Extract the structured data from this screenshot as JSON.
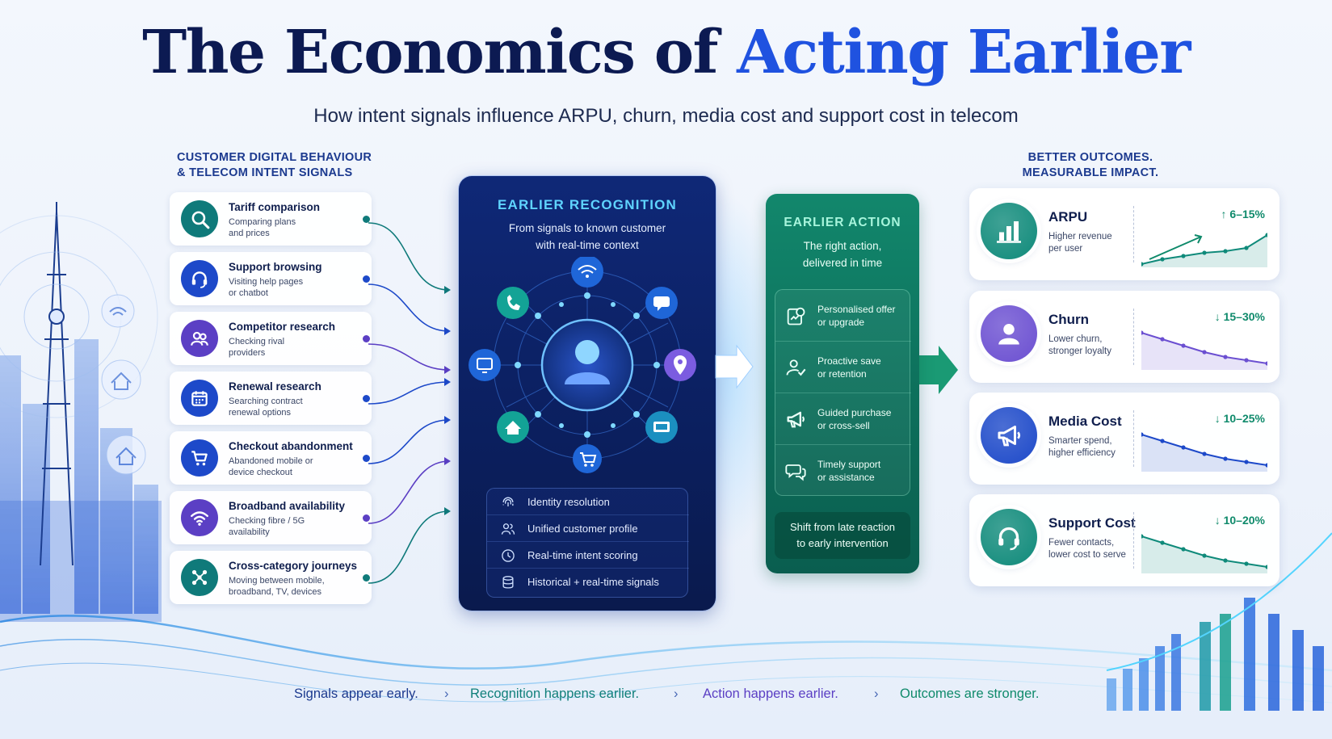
{
  "title": {
    "part1": "The Economics of ",
    "part2": "Acting Earlier"
  },
  "subtitle": "How intent signals influence ARPU, churn, media cost and support cost in telecom",
  "signals_heading": {
    "line1": "CUSTOMER DIGITAL BEHAVIOUR",
    "line2": "& TELECOM INTENT SIGNALS"
  },
  "signals": [
    {
      "title": "Tariff comparison",
      "line1": "Comparing plans",
      "line2": "and prices",
      "icon": "search-icon",
      "color": "#0f7a7a"
    },
    {
      "title": "Support browsing",
      "line1": "Visiting help pages",
      "line2": "or chatbot",
      "icon": "headset-icon",
      "color": "#1d49c9"
    },
    {
      "title": "Competitor research",
      "line1": "Checking rival",
      "line2": "providers",
      "icon": "people-icon",
      "color": "#5b3fc4"
    },
    {
      "title": "Renewal research",
      "line1": "Searching contract",
      "line2": "renewal options",
      "icon": "calendar-icon",
      "color": "#1d49c9"
    },
    {
      "title": "Checkout abandonment",
      "line1": "Abandoned mobile or",
      "line2": "device checkout",
      "icon": "cart-icon",
      "color": "#1d49c9"
    },
    {
      "title": "Broadband availability",
      "line1": "Checking fibre / 5G",
      "line2": "availability",
      "icon": "wifi-icon",
      "color": "#5b3fc4"
    },
    {
      "title": "Cross-category journeys",
      "line1": "Moving between mobile,",
      "line2": "broadband, TV, devices",
      "icon": "network-icon",
      "color": "#0f7a7a"
    }
  ],
  "recognition": {
    "title": "EARLIER RECOGNITION",
    "line1": "From signals to known customer",
    "line2": "with real-time context",
    "capabilities": [
      {
        "label": "Identity resolution",
        "icon": "fingerprint-icon"
      },
      {
        "label": "Unified customer profile",
        "icon": "users-icon"
      },
      {
        "label": "Real-time intent scoring",
        "icon": "clock-icon"
      },
      {
        "label": "Historical + real-time signals",
        "icon": "database-icon"
      }
    ]
  },
  "action": {
    "title": "EARLIER ACTION",
    "line1": "The right action,",
    "line2": "delivered in time",
    "items": [
      {
        "line1": "Personalised offer",
        "line2": "or upgrade",
        "icon": "offer-icon"
      },
      {
        "line1": "Proactive save",
        "line2": "or retention",
        "icon": "retention-icon"
      },
      {
        "line1": "Guided purchase",
        "line2": "or cross-sell",
        "icon": "megaphone-icon"
      },
      {
        "line1": "Timely support",
        "line2": "or assistance",
        "icon": "chat-icon"
      }
    ],
    "shift_line1": "Shift from late reaction",
    "shift_line2": "to early intervention"
  },
  "outcomes_heading": {
    "line1": "BETTER OUTCOMES.",
    "line2": "MEASURABLE IMPACT."
  },
  "outcomes": [
    {
      "title": "ARPU",
      "line1": "Higher revenue",
      "line2": "per user",
      "value": "↑ 6–15%",
      "trend": "up",
      "icon": "bar-chart-icon",
      "color": "#0f8a7a"
    },
    {
      "title": "Churn",
      "line1": "Lower churn,",
      "line2": "stronger loyalty",
      "value": "↓ 15–30%",
      "trend": "down",
      "icon": "user-icon",
      "color": "#6b4fd1"
    },
    {
      "title": "Media Cost",
      "line1": "Smarter spend,",
      "line2": "higher efficiency",
      "value": "↓ 10–25%",
      "trend": "down",
      "icon": "megaphone-icon",
      "color": "#1d49c9"
    },
    {
      "title": "Support Cost",
      "line1": "Fewer contacts,",
      "line2": "lower cost to serve",
      "value": "↓ 10–20%",
      "trend": "down",
      "icon": "headset-icon",
      "color": "#0f8a7a"
    }
  ],
  "footer": {
    "steps": [
      {
        "label": "Signals appear early.",
        "color": "#1c3a8f"
      },
      {
        "label": "Recognition happens earlier.",
        "color": "#0f7f7a"
      },
      {
        "label": "Action happens earlier.",
        "color": "#5b3fc4"
      },
      {
        "label": "Outcomes are stronger.",
        "color": "#0f8a6b"
      }
    ],
    "separator": "›"
  }
}
